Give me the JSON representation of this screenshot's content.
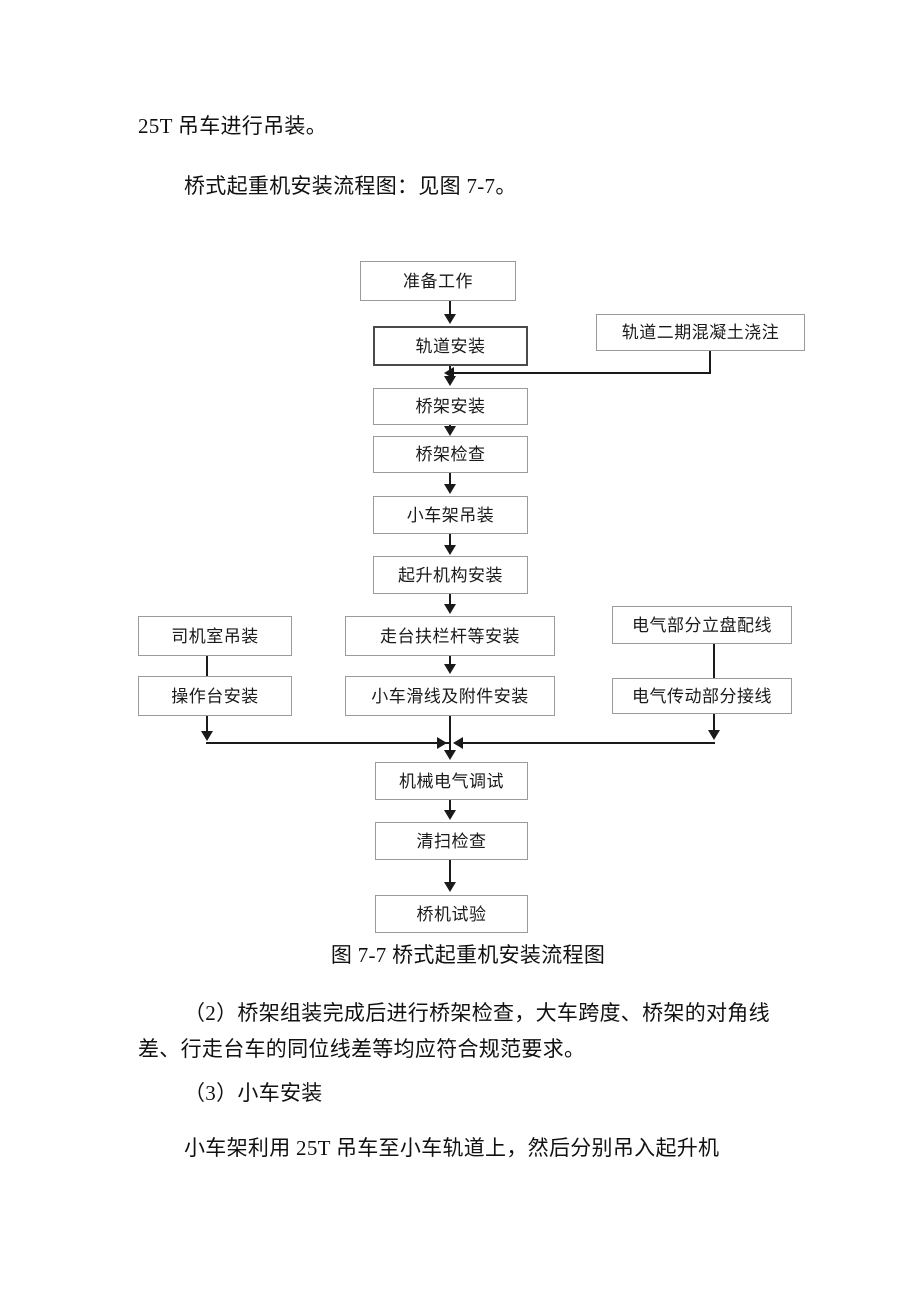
{
  "document": {
    "paragraphs": [
      {
        "id": "p1",
        "text": "25T 吊车进行吊装。"
      },
      {
        "id": "p2",
        "text": "桥式起重机安装流程图：见图 7-7。"
      },
      {
        "id": "p3",
        "text": "（2）桥架组装完成后进行桥架检查，大车跨度、桥架的对角线差、行走台车的同位线差等均应符合规范要求。"
      },
      {
        "id": "p4",
        "text": "（3）小车安装"
      },
      {
        "id": "p5",
        "text": "小车架利用 25T 吊车至小车轨道上，然后分别吊入起升机"
      }
    ],
    "figure_caption": "图 7-7 桥式起重机安装流程图"
  },
  "flowchart": {
    "title": "桥式起重机安装流程图",
    "nodes": [
      {
        "id": "n1",
        "label": "准备工作"
      },
      {
        "id": "n2",
        "label": "轨道安装"
      },
      {
        "id": "n3",
        "label": "轨道二期混凝土浇注"
      },
      {
        "id": "n4",
        "label": "桥架安装"
      },
      {
        "id": "n5",
        "label": "桥架检查"
      },
      {
        "id": "n6",
        "label": "小车架吊装"
      },
      {
        "id": "n7",
        "label": "起升机构安装"
      },
      {
        "id": "n8",
        "label": "司机室吊装"
      },
      {
        "id": "n9",
        "label": "操作台安装"
      },
      {
        "id": "n10",
        "label": "走台扶栏杆等安装"
      },
      {
        "id": "n11",
        "label": "小车滑线及附件安装"
      },
      {
        "id": "n12",
        "label": "电气部分立盘配线"
      },
      {
        "id": "n13",
        "label": "电气传动部分接线"
      },
      {
        "id": "n14",
        "label": "机械电气调试"
      },
      {
        "id": "n15",
        "label": "清扫检查"
      },
      {
        "id": "n16",
        "label": "桥机试验"
      }
    ],
    "colors": {
      "box_border": "#9b9b9b",
      "box_border_strong": "#4a4a4a",
      "line": "#1a1a1a",
      "background": "#ffffff"
    }
  }
}
